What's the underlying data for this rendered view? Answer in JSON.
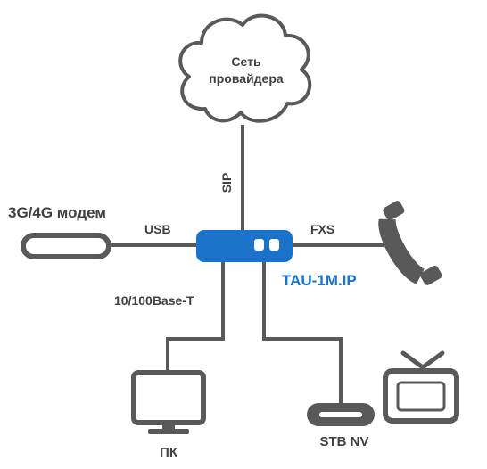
{
  "cloud": {
    "line1": "Сеть",
    "line2": "провайдера"
  },
  "links": {
    "sip": "SIP",
    "usb": "USB",
    "fxs": "FXS",
    "ethernet": "10/100Base-T"
  },
  "devices": {
    "modem": "3G/4G модем",
    "router": "TAU-1M.IP",
    "pc": "ПК",
    "stb": "STB NV"
  },
  "colors": {
    "line": "#595959",
    "router": "#1a72c9",
    "text": "#404040",
    "router_label": "#1a72c9"
  }
}
